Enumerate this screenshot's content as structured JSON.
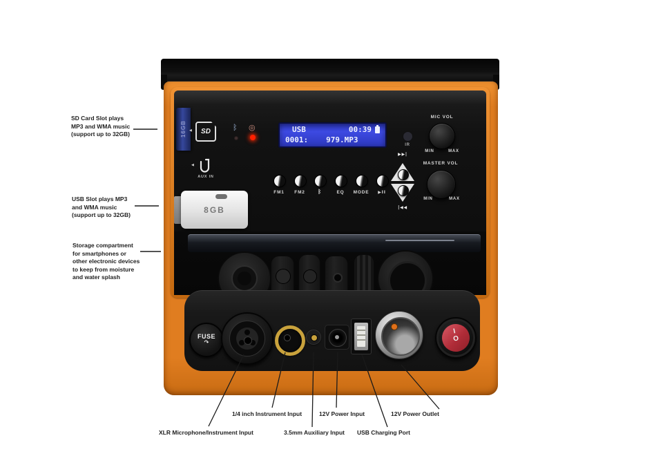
{
  "colors": {
    "body_orange": "#e07d20",
    "lcd_blue": "#3643d4",
    "led_red": "#ff2000",
    "switch_red": "#c23440",
    "gold": "#c9a23c"
  },
  "callouts": {
    "sd": "SD Card Slot plays\nMP3 and WMA music\n(support up to 32GB)",
    "usb": "USB Slot plays MP3\nand WMA music\n(support up to 32GB)",
    "storage": "Storage compartment\nfor smartphones or\nother electronic devices\nto keep from moisture\nand water splash",
    "quarter_inch": "1/4 inch Instrument Input",
    "power_input": "12V Power Input",
    "power_outlet": "12V Power Outlet",
    "xlr": "XLR Microphone/Instrument Input",
    "aux35": "3.5mm Auxiliary Input",
    "usb_charging": "USB Charging Port"
  },
  "display": {
    "source": "USB",
    "time": "00:39",
    "track_no": "0001:",
    "track_name": "979.MP3"
  },
  "panel": {
    "mic_vol": "MIC VOL",
    "master_vol": "MASTER VOL",
    "min": "MIN",
    "max": "MAX",
    "ir": "IR",
    "aux_in": "AUX IN",
    "next": "▶▶|",
    "prev": "|◀◀",
    "pointer": "◀",
    "bluetooth_glyph": "ᛒ",
    "record_glyph": "◎",
    "buttons": [
      {
        "label": "FM1"
      },
      {
        "label": "FM2"
      },
      {
        "label": "ᛒ"
      },
      {
        "label": "EQ"
      },
      {
        "label": "MODE"
      },
      {
        "label": "▶II"
      }
    ]
  },
  "media": {
    "sd_card": "16GB",
    "sd_logo": "SD",
    "usb_drive": "8GB"
  },
  "bottom_panel": {
    "fuse": "FUSE",
    "fuse_arrow": "↷",
    "switch_on": "I",
    "switch_off": "O"
  }
}
